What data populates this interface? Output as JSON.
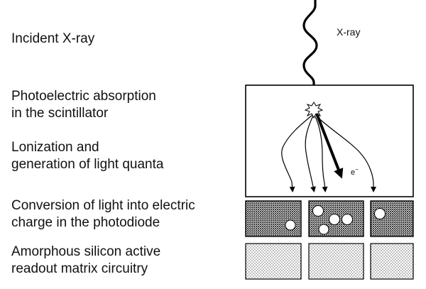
{
  "steps": [
    {
      "lines": [
        "Incident X-ray"
      ]
    },
    {
      "lines": [
        "Photoelectric absorption",
        "in the scintillator"
      ]
    },
    {
      "lines": [
        "Lonization and",
        "generation of light quanta"
      ]
    },
    {
      "lines": [
        "Conversion of light into electric",
        "charge in the photodiode"
      ]
    },
    {
      "lines": [
        "Amorphous silicon active",
        "readout matrix circuitry"
      ]
    }
  ],
  "diagram": {
    "xray_label": "X-ray",
    "electron_label": "e",
    "electron_sup": "−",
    "photodiode_count": 3,
    "readout_count": 3
  },
  "colors": {
    "stroke": "#000000",
    "photodiode_fill": "#7a7a7a",
    "readout_fill": "#e6e6e6"
  }
}
